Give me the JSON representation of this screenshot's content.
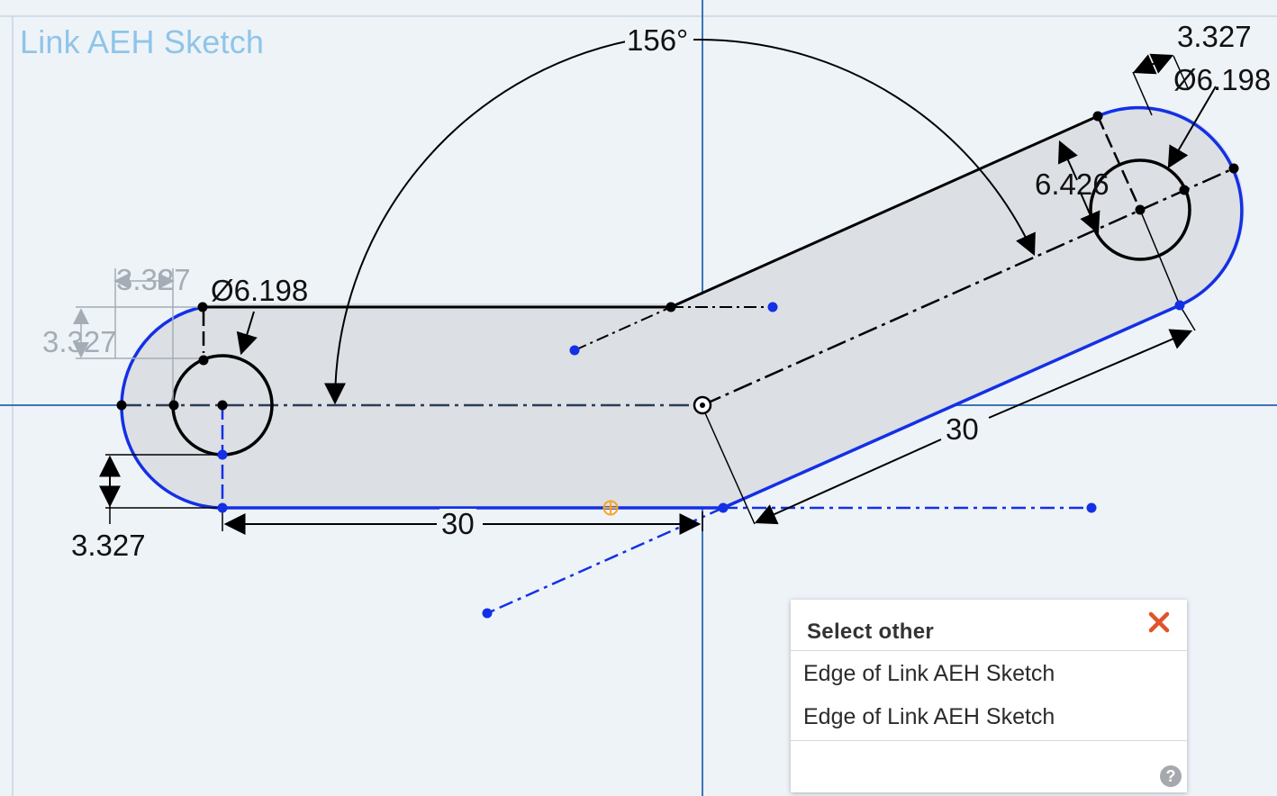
{
  "sketch": {
    "title": "Link AEH Sketch"
  },
  "dimensions": {
    "angle": "156°",
    "radius_top_right": "3.327",
    "diameter_top_right": "Ø6.198",
    "offset_right": "6.426",
    "length_right": "30",
    "length_left": "30",
    "radius_left_bottom": "3.327",
    "diameter_left": "Ø6.198",
    "ghost_radius_top": "3.327",
    "ghost_radius_left": "3.327"
  },
  "select_other": {
    "title": "Select other",
    "items": [
      "Edge of Link AEH Sketch",
      "Edge of Link AEH Sketch"
    ],
    "help": "?"
  },
  "colors": {
    "background": "#eef3f8",
    "axis": "#3d74b6",
    "selected_blue": "#1330e6",
    "fill": "#dcdfe4",
    "close": "#e0532b"
  }
}
